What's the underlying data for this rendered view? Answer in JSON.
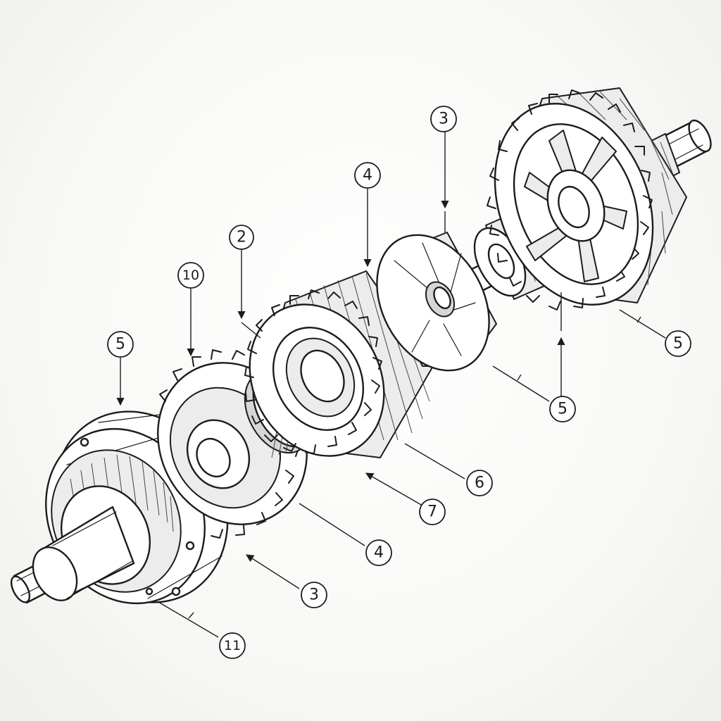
{
  "callouts": [
    {
      "id": "c-5-left",
      "label": "5"
    },
    {
      "id": "c-10",
      "label": "10"
    },
    {
      "id": "c-2",
      "label": "2"
    },
    {
      "id": "c-4-top",
      "label": "4"
    },
    {
      "id": "c-3-top",
      "label": "3"
    },
    {
      "id": "c-5-right",
      "label": "5"
    },
    {
      "id": "c-5-mid",
      "label": "5"
    },
    {
      "id": "c-6",
      "label": "6"
    },
    {
      "id": "c-7",
      "label": "7"
    },
    {
      "id": "c-4-bottom",
      "label": "4"
    },
    {
      "id": "c-3-bottom",
      "label": "3"
    },
    {
      "id": "c-11",
      "label": "11"
    }
  ]
}
